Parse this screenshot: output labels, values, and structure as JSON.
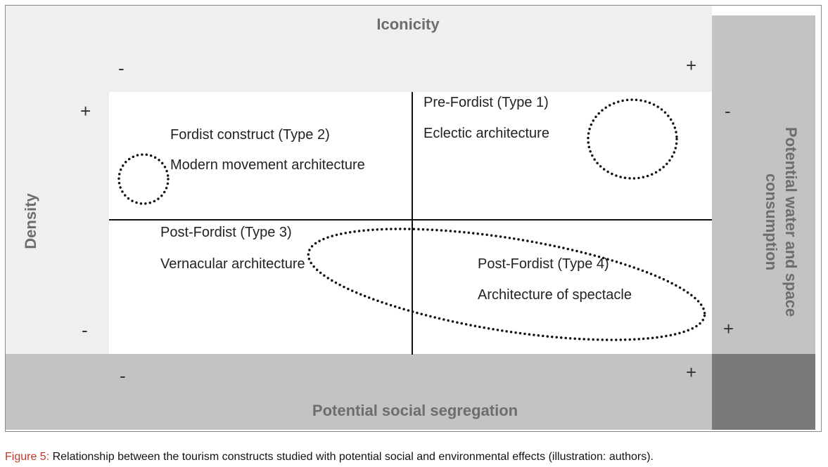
{
  "axes": {
    "top_title": "Iconicity",
    "bottom_title": "Potential social segregation",
    "left_title": "Density",
    "right_title_line1": "Potential water and space",
    "right_title_line2": "consumption"
  },
  "signs": {
    "top_minus": "-",
    "top_plus": "+",
    "left_plus": "+",
    "left_minus": "-",
    "right_minus": "-",
    "right_plus": "+",
    "bottom_minus": "-",
    "bottom_plus": "+"
  },
  "quadrants": {
    "q1_line1": "Pre-Fordist (Type 1)",
    "q1_line2": "Eclectic architecture",
    "q2_line1": "Fordist construct (Type 2)",
    "q2_line2": "Modern movement architecture",
    "q3_line1": "Post-Fordist (Type 3)",
    "q3_line2": "Vernacular architecture",
    "q4_line1": "Post-Fordist (Type 4)",
    "q4_line2": "Architecture of spectacle"
  },
  "caption": {
    "label": "Figure 5:",
    "text": " Relationship between the tourism constructs studied with potential social and environmental effects (illustration: authors)."
  }
}
